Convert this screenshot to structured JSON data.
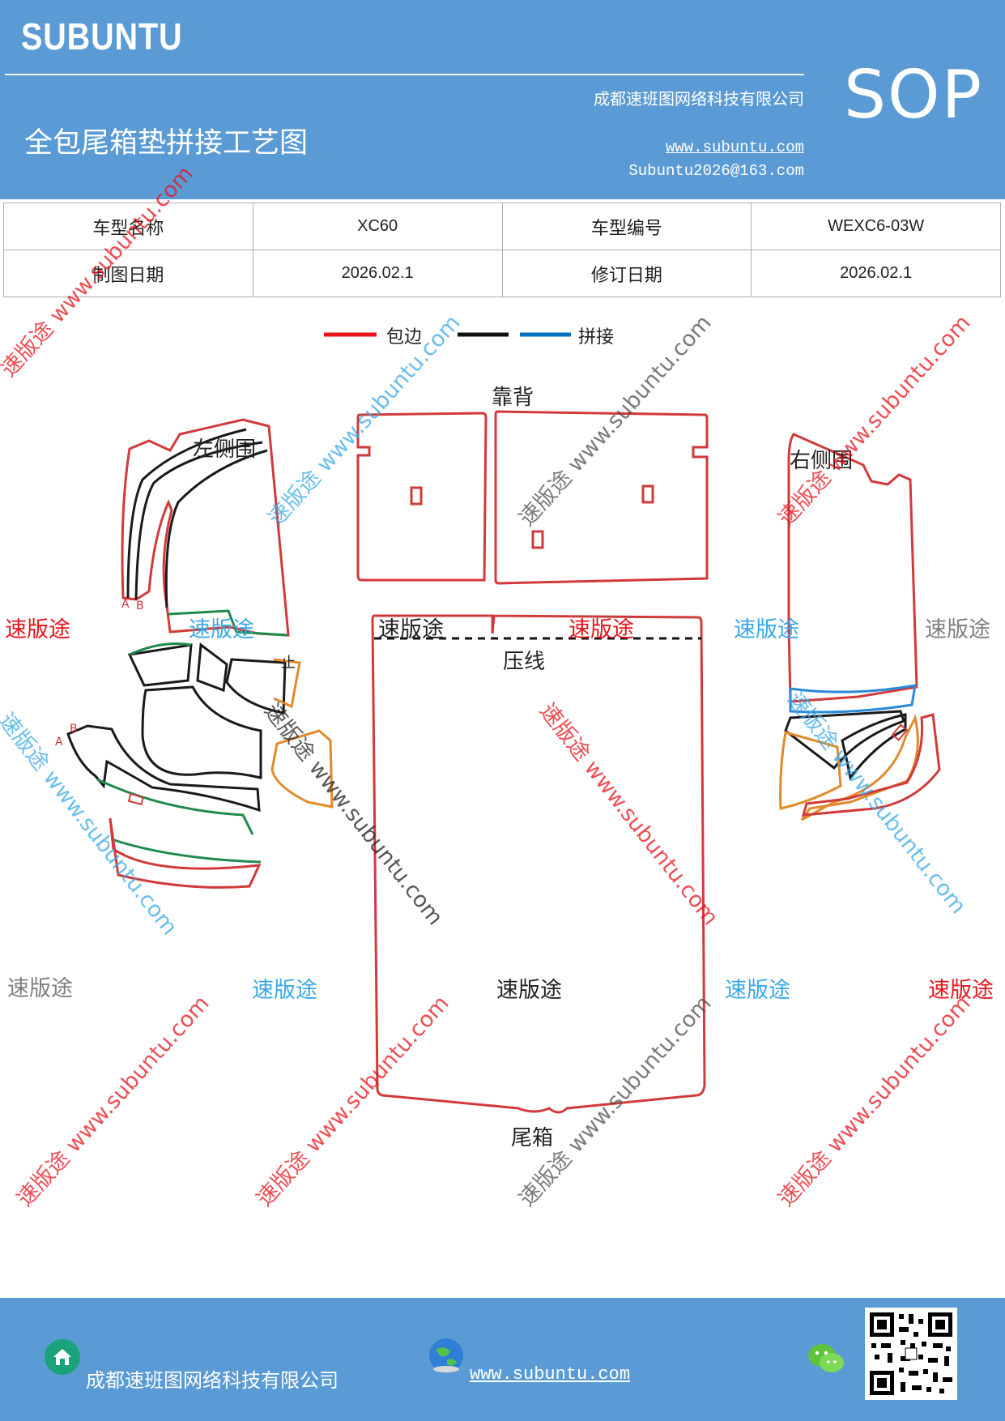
{
  "header": {
    "brand": "SUBUNTU",
    "company": "成都速班图网络科技有限公司",
    "title": "全包尾箱垫拼接工艺图",
    "website": "www.subuntu.com",
    "email": "Subuntu2026@163.com",
    "badge": "SOP"
  },
  "info": {
    "model_name_label": "车型名称",
    "model_name": "XC60",
    "model_code_label": "车型编号",
    "model_code": "WEXC6-03W",
    "draw_date_label": "制图日期",
    "draw_date": "2026.02.1",
    "revise_date_label": "修订日期",
    "revise_date": "2026.02.1"
  },
  "legend": {
    "edge_label": "包边",
    "splice_label": "拼接",
    "colors": {
      "edge": "#e8141b",
      "mid": "#111111",
      "splice": "#0070c0"
    }
  },
  "diagram": {
    "backrest": "靠背",
    "left_side": "左侧围",
    "right_side": "右侧围",
    "press_line": "压线",
    "trunk": "尾箱",
    "mark_a": "A",
    "mark_b": "B",
    "mark_stop": "止",
    "piece_colors": {
      "edge": "#d23a3a",
      "inner": "#1a1a1a",
      "green": "#1f8a4c",
      "orange": "#e08a2c",
      "blue": "#2a8ad8"
    }
  },
  "watermark": {
    "brand": "速版途",
    "url": "www.subuntu.com",
    "colors": [
      "#e8141b",
      "#39a9e6",
      "#222222",
      "#7f7f7f"
    ]
  },
  "footer": {
    "company": "成都速班图网络科技有限公司",
    "website": "www.subuntu.com "
  },
  "icons": [
    "home-icon",
    "globe-icon",
    "wechat-icon",
    "qr-code"
  ]
}
